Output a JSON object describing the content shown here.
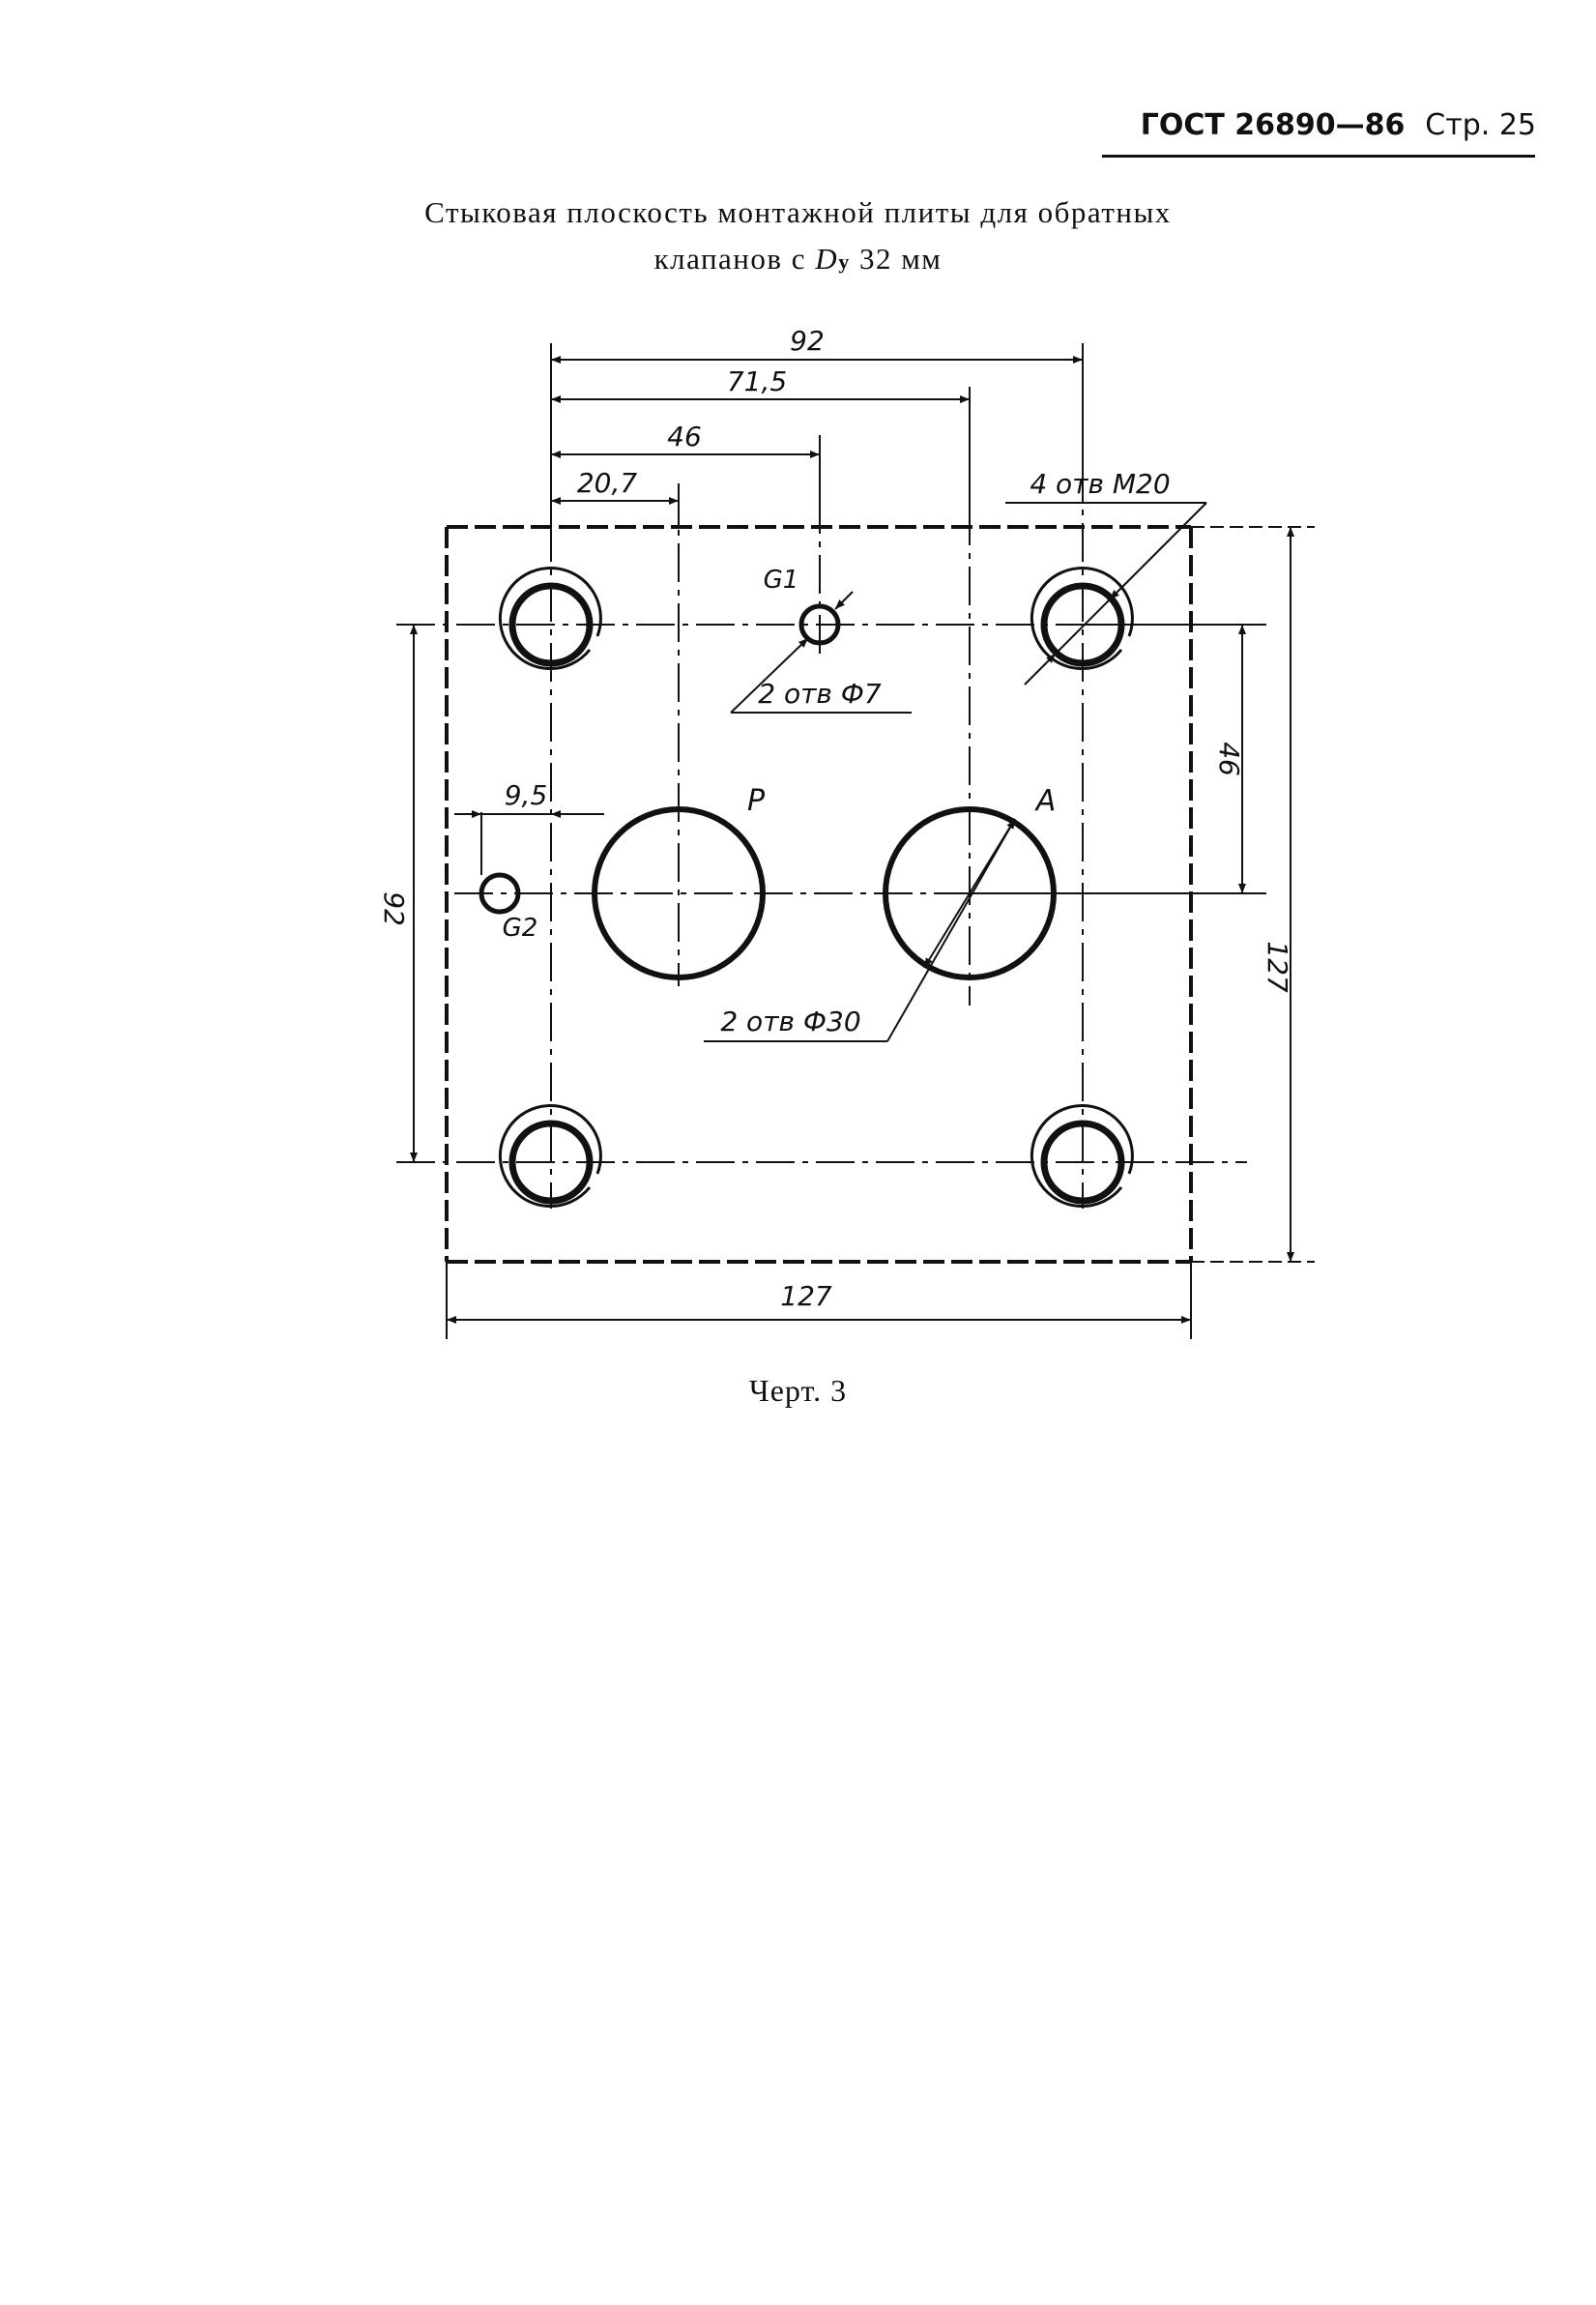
{
  "header": {
    "standard": "ГОСТ 26890—86",
    "page": "Стр. 25"
  },
  "caption": {
    "line1": "Стыковая плоскость монтажной плиты для обратных",
    "line2_prefix": "клапанов с ",
    "dy_letter": "D",
    "dy_subscript": "у",
    "line2_suffix": " 32 мм"
  },
  "drawing": {
    "dimensions": {
      "d92_top": "92",
      "d71_5": "71,5",
      "d46_top": "46",
      "d20_7": "20,7",
      "d9_5": "9,5",
      "d92_left": "92",
      "d46_right": "46",
      "d127_right": "127",
      "d127_bottom": "127"
    },
    "callouts": {
      "holes_m20": "4 отв М20",
      "holes_d7": "2 отв Ф7",
      "holes_d30": "2 отв Ф30"
    },
    "ports": {
      "g1": "G1",
      "g2": "G2",
      "p": "P",
      "a": "A"
    }
  },
  "figure_label": "Черт. 3"
}
